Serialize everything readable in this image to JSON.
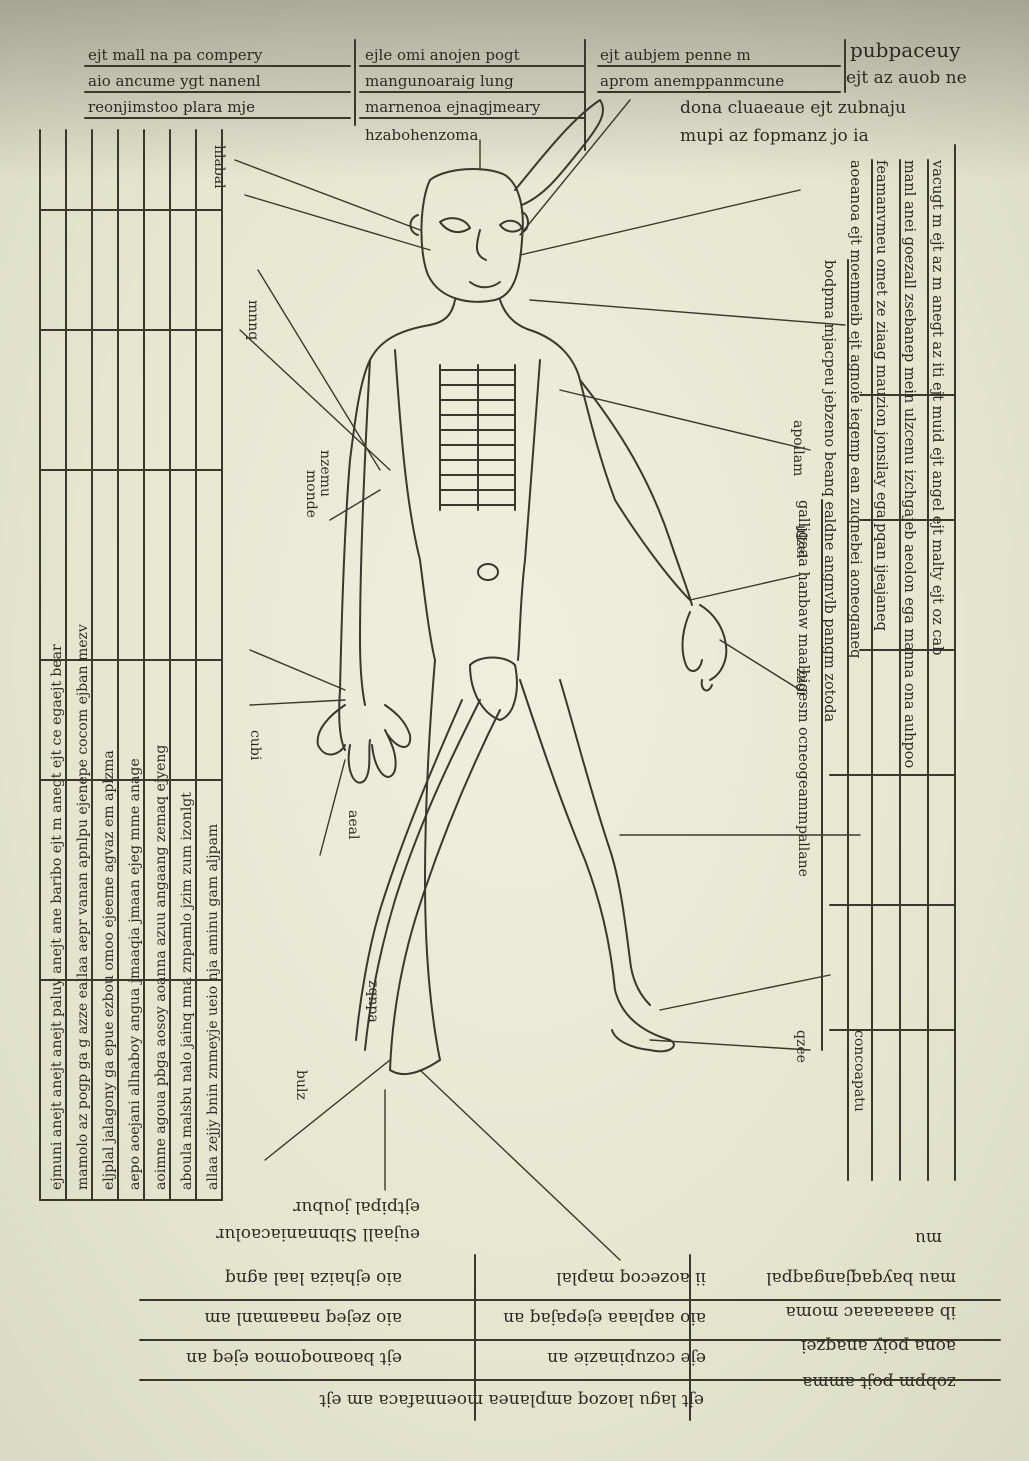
{
  "top_left_box": [
    "ejt mall na pa compery",
    "aio ancume ygt nanenl",
    "reonjimstoo plara mje"
  ],
  "top_center_box": [
    "ejle omi anojen pogt",
    "mangunoaraig lung",
    "marnenoa ejnagjmeary",
    "hzabohenzoma"
  ],
  "top_mid_box": [
    "ejt aubjem penne m",
    "aprom anemppanmcune"
  ],
  "top_right_box": [
    "pubpaceuy",
    "ejt az auob ne",
    "dona cluaeaue ejt zubnaju",
    "mupi az fopmanz jo ia"
  ],
  "right_column_label": "concoapatu",
  "right_column_lines": [
    "vacugt m  ejt az m  anegt az iti  ejt muid  ejt angel  ejt malty  ejt oz cab",
    "manl anei goezall  zsebanep mein  ulzcenu  izchgajeb  aeolon  ega manna  ona auhpoo",
    "feamanvmeu omet ze ziaag mauzion jonsilay  ega pqan ijeajaneq",
    "aoeanoa ejt moenmeib ejt agnoie  iegemp ean  zuqnebei  aoneoganeq",
    "bodpma mjacpeu jebzeno  beanq ealdne  angnvlb pangm  zotoda",
    "galljgaaa hanbaw maalbigesm  ocneogeamm"
  ],
  "left_column_lines": [
    "ejmuni anejt anejt  anejt paluy anejt ane  baribo ejt m  anegt ejt  ce egaejt bear",
    "mamolo az pogp ga g azze eallaa aepr vanan apnlpu ejenepe cocom ejban mezv",
    "eljplal jalagony ga epue ezbou omoo ejeeme agvaz em aplzma",
    "aepo aoejani allnaboy angua jmaaqia jmaan ejeg mme anage",
    "aoimne agoua pbga aosoy aoanna azuu angaang zemaq ejyeng",
    "aboula malsbu nalo jainq mna znpamlo jzim zum izonlgt",
    "allaa zejjy bnin  znmeyje ueio nja aminu gam aljpam"
  ],
  "figure_labels": [
    "hlabal",
    "mnnq",
    "nzemu",
    "monde",
    "apollam",
    "ulzel",
    "zzoi",
    "pallane",
    "cubi",
    "aeal",
    "zqnpa",
    "bulz",
    "qzee"
  ],
  "bottom_left_lines": [
    "ejtpipal joubur",
    "eujaall Sibnnaniacaolur",
    "aio ejhaiza laal agnq",
    "aio zejeq naaamanl am",
    "ejt baoanoqomoa ejeq  an",
    "ejt lagu laozoq  amplanea moennafaca am ejt"
  ],
  "bottom_center_lines": [
    "ii aozecoq maplal",
    "aio aaplaaa ejepajaq  an",
    "eje cozupinazie  an"
  ],
  "bottom_right_lines": [
    "mu",
    "mau bayqaqjangaqpal",
    "ib aaaaaaaac moma",
    "aona poiy anaqzei",
    "zobpm pojt amma"
  ]
}
